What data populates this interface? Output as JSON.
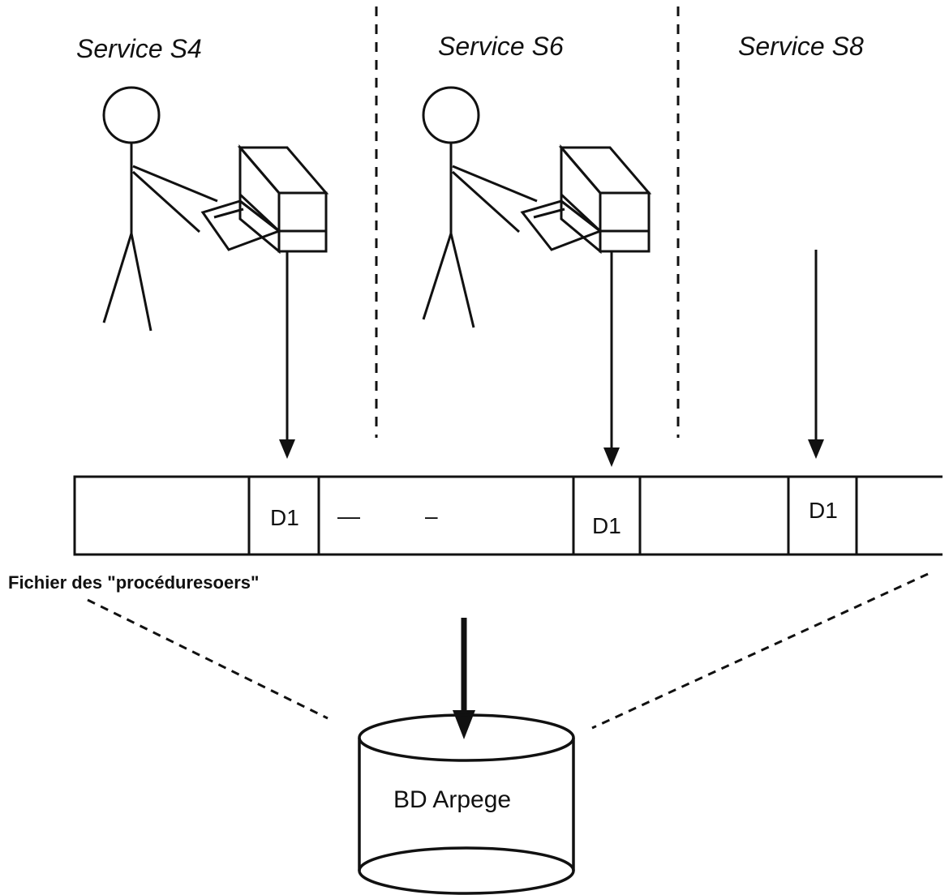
{
  "services": [
    {
      "label": "Service S4"
    },
    {
      "label": "Service S6"
    },
    {
      "label": "Service S8"
    }
  ],
  "file_cells": [
    "D1",
    "—",
    "–",
    "D1",
    "D1"
  ],
  "file_label": "Fichier des \"procéduresoers\"",
  "database_label": "BD Arpege",
  "icons": [
    "stick-figure-icon",
    "computer-terminal-icon",
    "database-cylinder-icon"
  ]
}
